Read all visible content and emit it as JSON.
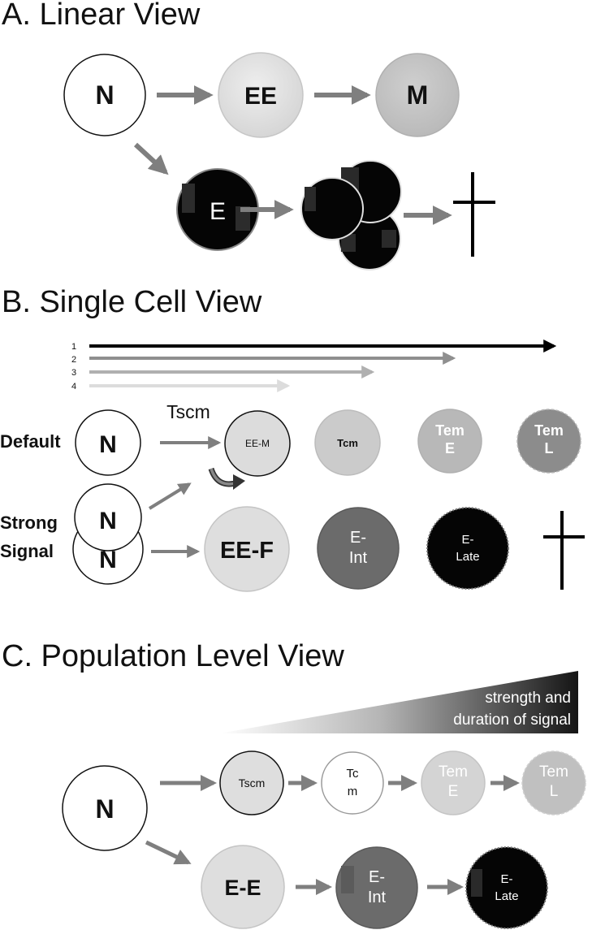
{
  "linear_view": {
    "title": "A. Linear View",
    "cells": {
      "n": "N",
      "ee": "EE",
      "m": "M",
      "e": "E"
    }
  },
  "single_cell_view": {
    "title": "B. Single Cell View",
    "arrow_numbers": [
      "1",
      "2",
      "3",
      "4"
    ],
    "rows": {
      "default": "Default",
      "strong_1": "Strong",
      "strong_2": "Signal"
    },
    "tscm_label": "Tscm",
    "cells": {
      "n_default": "N",
      "ee_m": "EE-M",
      "tcm": "Tcm",
      "tem_e_1": "Tem",
      "tem_e_2": "E",
      "tem_l_1": "Tem",
      "tem_l_2": "L",
      "n_strong_front": "N",
      "n_strong_back": "N",
      "ee_f": "EE-F",
      "e_int_1": "E-",
      "e_int_2": "Int",
      "e_late_1": "E-",
      "e_late_2": "Late"
    }
  },
  "population_view": {
    "title": "C. Population Level View",
    "gradient_label_1": "strength and",
    "gradient_label_2": "duration of signal",
    "cells": {
      "n": "N",
      "tscm": "Tscm",
      "tcm_1": "Tc",
      "tcm_2": "m",
      "tem_e_1": "Tem",
      "tem_e_2": "E",
      "tem_l_1": "Tem",
      "tem_l_2": "L",
      "e_e": "E-E",
      "e_int_1": "E-",
      "e_int_2": "Int",
      "e_late_1": "E-",
      "e_late_2": "Late"
    }
  },
  "colors": {
    "arrow": "#7f7f7f",
    "cell_white": "#ffffff",
    "cell_light": "#dedede",
    "cell_mid": "#c8c8c8",
    "cell_gray": "#bdbdbd",
    "cell_dark_gray": "#8c8c8c",
    "cell_darker": "#6b6b6b",
    "cell_black": "#050505"
  }
}
